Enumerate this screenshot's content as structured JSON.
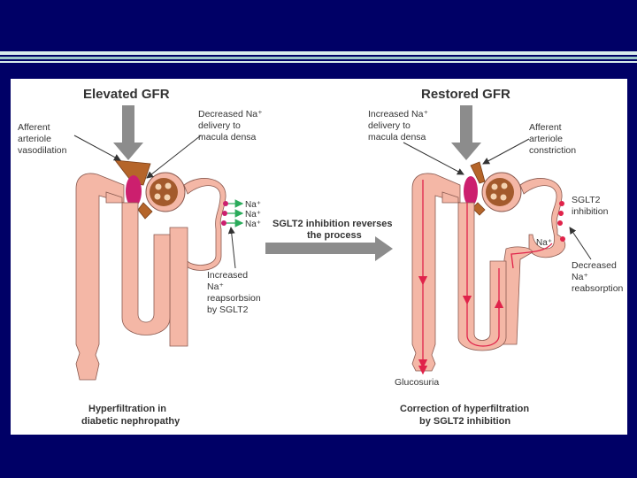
{
  "diagram": {
    "left_title": "Elevated GFR",
    "right_title": "Restored GFR",
    "left": {
      "afferent_label": [
        "Afferent",
        "arteriole",
        "vasodilation"
      ],
      "macula_label": [
        "Decreased Na⁺",
        "delivery to",
        "macula densa"
      ],
      "na_labels": [
        "Na⁺",
        "Na⁺",
        "Na⁺"
      ],
      "reabsorption_label": [
        "Increased",
        "Na⁺",
        "reapsorbsion",
        "by SGLT2"
      ],
      "caption": [
        "Hyperfiltration in",
        "diabetic nephropathy"
      ]
    },
    "center": {
      "arrow_label": [
        "SGLT2 inhibition reverses",
        "the process"
      ]
    },
    "right": {
      "macula_label": [
        "Increased Na⁺",
        "delivery to",
        "macula densa"
      ],
      "afferent_label": [
        "Afferent",
        "arteriole",
        "constriction"
      ],
      "sglt2_label": [
        "SGLT2",
        "inhibition"
      ],
      "na_label": "Na⁺",
      "reabsorption_label": [
        "Decreased",
        "Na⁺",
        "reabsorption"
      ],
      "glucosuria_label": "Glucosuria",
      "caption": [
        "Correction of hyperfiltration",
        "by SGLT2 inhibition"
      ]
    },
    "colors": {
      "background": "#000066",
      "tubule": "#f4b7a6",
      "tubule_outline": "#8a5a50",
      "arteriole": "#b5652a",
      "macula": "#cc1f6e",
      "glomerulus": "#a35a2c",
      "arrow": "#8c8c8c",
      "na_arrow": "#2bab5b",
      "flow": "#e0234a"
    }
  }
}
